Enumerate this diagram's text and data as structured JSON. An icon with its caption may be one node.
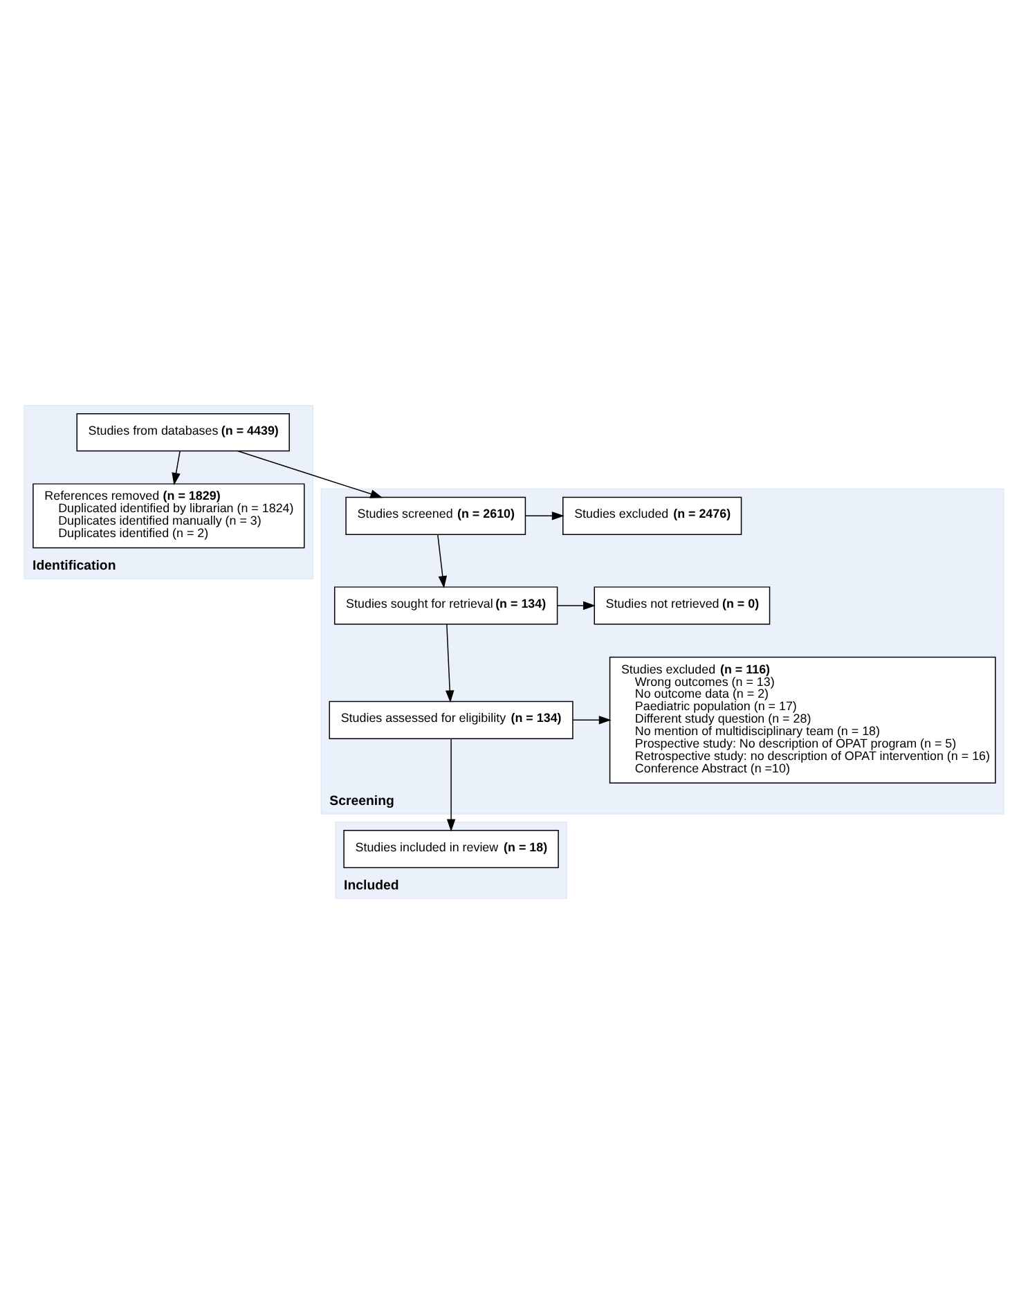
{
  "diagram": {
    "nodes": [
      {
        "text": [
          "Identification"
        ]
      },
      {
        "text": [
          "Studies from databases **(n = 4439)**"
        ],
        "in": 0
      },
      {
        "text": [
          "References removed **(n = 1829)**",
          "Duplicated identified by librarian (n = 1824)",
          "Duplicates identified manually (n = 3)",
          "Duplicates identified (n = 2)"
        ],
        "in": 0
      },
      {
        "text": [
          "Screening"
        ]
      },
      {
        "text": [
          "Studies screened **(n = 2610)**"
        ],
        "in": 3
      },
      {
        "text": [
          "Studies excluded **(n = 2476)**"
        ],
        "in": 3
      },
      {
        "text": [
          "Studies sought for retrieval **(n = 134)**"
        ],
        "in": 3
      },
      {
        "text": [
          "Studies not retrieved **(n = 0)**"
        ],
        "in": 3
      },
      {
        "text": [
          "Studies assessed for eligibility **(n = 134)**"
        ],
        "in": 3
      },
      {
        "text": [
          "Studies excluded **(n = 116)**",
          "Wrong outcomes (n = 13)",
          "No outcome data (n = 2)",
          "Paediatric population (n = 17)",
          "Different study question (n = 28)",
          "No mention of multidisciplinary team (n = 18)",
          "Prospective study: No description of OPAT program (n = 5)",
          "Retrospective study: no description of OPAT intervention (n = 16)",
          "Conference Abstract (n =10)"
        ],
        "in": 3
      },
      {
        "text": [
          "Included"
        ]
      },
      {
        "text": [
          "Studies included in review **(n = 18)**"
        ],
        "in": 10
      }
    ],
    "edges": [
      {
        "from": 1,
        "to": 2,
        "arrow": "to"
      },
      {
        "from": 1,
        "to": 4,
        "arrow": "to"
      },
      {
        "from": 4,
        "to": 5,
        "arrow": "to"
      },
      {
        "from": 4,
        "to": 6,
        "arrow": "to"
      },
      {
        "from": 6,
        "to": 7,
        "arrow": "to"
      },
      {
        "from": 6,
        "to": 8,
        "arrow": "to"
      },
      {
        "from": 8,
        "to": 9,
        "arrow": "to"
      },
      {
        "from": 8,
        "to": 11,
        "arrow": "to"
      }
    ]
  }
}
